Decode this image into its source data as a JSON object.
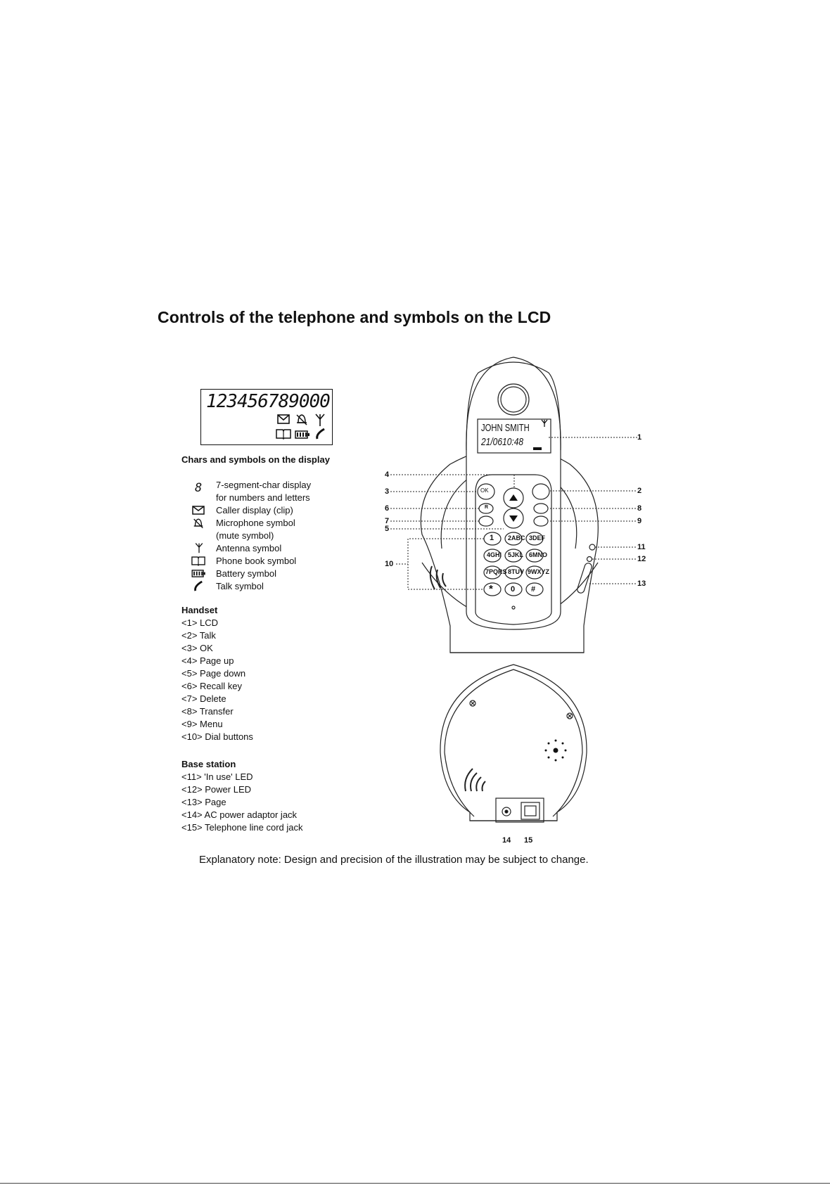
{
  "title": "Controls of the telephone and symbols on the LCD",
  "lcd": {
    "digits": "123456789000",
    "icons": [
      "envelope-icon",
      "mute-bell-icon",
      "antenna-icon",
      "phonebook-icon",
      "battery-icon",
      "talk-handset-icon"
    ]
  },
  "display_section": {
    "heading": "Chars and symbols on the display",
    "items": [
      {
        "icon": "seven-segment-icon",
        "lines": [
          "7-segment-char display",
          "for numbers and letters"
        ]
      },
      {
        "icon": "envelope-icon",
        "lines": [
          "Caller display (clip)"
        ]
      },
      {
        "icon": "mute-bell-icon",
        "lines": [
          "Microphone symbol",
          "(mute symbol)"
        ]
      },
      {
        "icon": "antenna-icon",
        "lines": [
          "Antenna symbol"
        ]
      },
      {
        "icon": "phonebook-icon",
        "lines": [
          "Phone book symbol"
        ]
      },
      {
        "icon": "battery-icon",
        "lines": [
          "Battery symbol"
        ]
      },
      {
        "icon": "talk-handset-icon",
        "lines": [
          "Talk symbol"
        ]
      }
    ]
  },
  "handset": {
    "heading": "Handset",
    "items": [
      "<1> LCD",
      "<2> Talk",
      "<3> OK",
      "<4> Page up",
      "<5> Page down",
      "<6> Recall key",
      "<7> Delete",
      "<8> Transfer",
      "<9> Menu",
      "<10> Dial buttons"
    ]
  },
  "base_station": {
    "heading": "Base station",
    "items": [
      "<11> 'In use' LED",
      "<12> Power LED",
      "<13> Page",
      "<14> AC power adaptor jack",
      "<15> Telephone line cord jack"
    ]
  },
  "illustration": {
    "screen_line1": "JOHN SMITH",
    "screen_line2": "21/0610:48",
    "ok_key": "OK",
    "recall_key": "R",
    "keypad": [
      "1",
      "2ABC",
      "3DEF",
      "4GHI",
      "5JKL",
      "6MNO",
      "7PQRS",
      "8TUV",
      "9WXYZ",
      "*",
      "0",
      "#"
    ],
    "callouts": [
      "1",
      "2",
      "3",
      "4",
      "5",
      "6",
      "7",
      "8",
      "9",
      "10",
      "11",
      "12",
      "13",
      "14",
      "15"
    ]
  },
  "note": "Explanatory note: Design and precision of the illustration may be subject to change."
}
